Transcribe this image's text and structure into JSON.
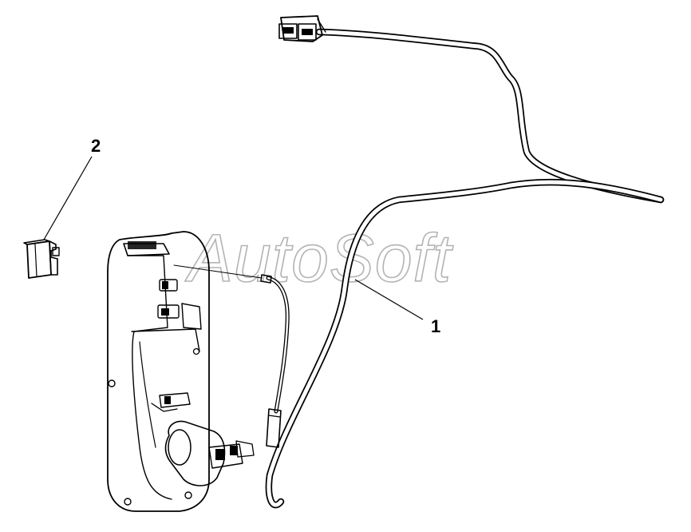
{
  "diagram": {
    "callouts": [
      {
        "id": "1",
        "label": "1"
      },
      {
        "id": "2",
        "label": "2"
      }
    ],
    "watermark": "AutoSoft"
  }
}
